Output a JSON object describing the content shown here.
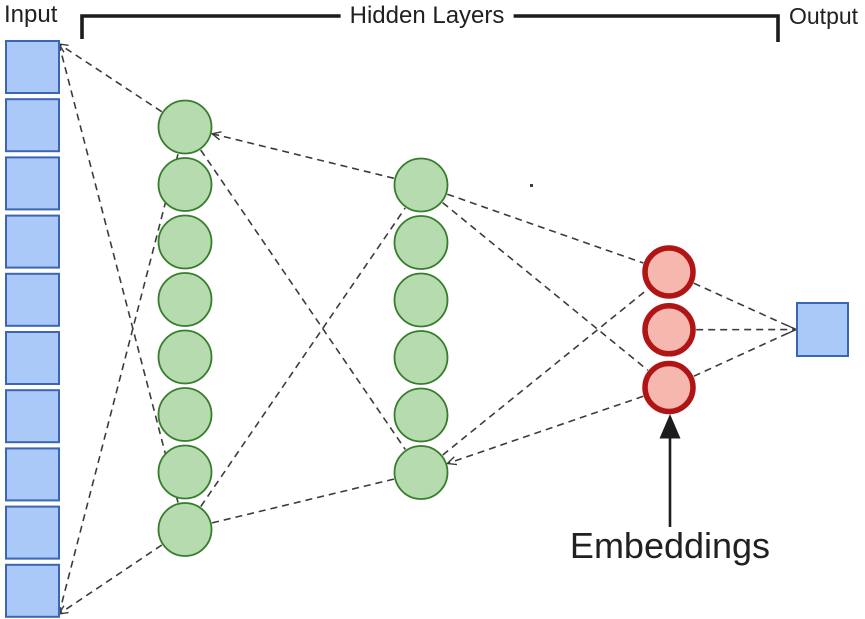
{
  "diagram": {
    "labels": {
      "input": "Input",
      "hidden_layers": "Hidden Layers",
      "output": "Output",
      "embeddings": "Embeddings"
    },
    "colors": {
      "background": "#ffffff",
      "text": "#212121",
      "bracket": "#1c1c1c",
      "connector": "#3c3c3c",
      "annotation_arrow": "#1d1d1d",
      "input_fill": "#aac8f8",
      "input_border": "#3a66b4",
      "hidden_fill": "#b5dbaf",
      "hidden_border": "#377d2c",
      "embedding_fill": "#f5b7ae",
      "embedding_border": "#b11414",
      "output_fill": "#aac8f8",
      "output_border": "#3a66b4"
    },
    "layers": [
      {
        "id": "input",
        "role": "input",
        "shape": "square",
        "count": 10
      },
      {
        "id": "hidden-1",
        "role": "hidden",
        "shape": "circle",
        "count": 8
      },
      {
        "id": "hidden-2",
        "role": "hidden",
        "shape": "circle",
        "count": 6
      },
      {
        "id": "embeddings",
        "role": "embedding",
        "shape": "circle",
        "count": 3
      },
      {
        "id": "output",
        "role": "output",
        "shape": "square",
        "count": 1
      }
    ],
    "connections": [
      {
        "from": "hidden-1:0",
        "to": "input:top-corner",
        "arrow": true
      },
      {
        "from": "input:top-corner",
        "to": "hidden-1:7",
        "arrow": false
      },
      {
        "from": "input:bottom-corner",
        "to": "hidden-1:0",
        "arrow": false
      },
      {
        "from": "hidden-1:7",
        "to": "input:bottom-corner",
        "arrow": true
      },
      {
        "from": "hidden-2:0",
        "to": "hidden-1:0",
        "arrow": true
      },
      {
        "from": "hidden-1:0",
        "to": "hidden-2:5",
        "arrow": false
      },
      {
        "from": "hidden-1:7",
        "to": "hidden-2:0",
        "arrow": false
      },
      {
        "from": "hidden-1:7",
        "to": "hidden-2:5",
        "arrow": false
      },
      {
        "from": "hidden-2:0",
        "to": "embeddings:0",
        "arrow": false
      },
      {
        "from": "hidden-2:0",
        "to": "embeddings:2",
        "arrow": false
      },
      {
        "from": "hidden-2:5",
        "to": "embeddings:0",
        "arrow": false
      },
      {
        "from": "embeddings:2",
        "to": "hidden-2:5",
        "arrow": true
      },
      {
        "from": "embeddings:0",
        "to": "output:edge",
        "arrow": false
      },
      {
        "from": "embeddings:1",
        "to": "output:edge",
        "arrow": true
      },
      {
        "from": "embeddings:2",
        "to": "output:edge",
        "arrow": false
      }
    ]
  }
}
